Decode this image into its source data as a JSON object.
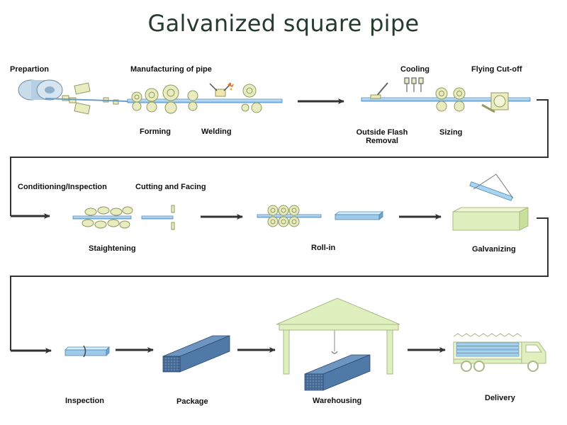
{
  "title": "Galvanized square pipe",
  "labels": {
    "prepartion": "Prepartion",
    "manufacturing": "Manufacturing of pipe",
    "forming": "Forming",
    "welding": "Welding",
    "cooling": "Cooling",
    "flying_cutoff": "Flying  Cut-off",
    "outside_flash_1": "Outside Flash",
    "outside_flash_2": "Removal",
    "sizing": "Sizing",
    "conditioning": "Conditioning/Inspection",
    "cutting_facing": "Cutting and Facing",
    "staightening": "Staightening",
    "roll_in": "Roll-in",
    "galvanizing": "Galvanizing",
    "inspection": "Inspection",
    "package": "Package",
    "warehousing": "Warehousing",
    "delivery": "Delivery"
  },
  "colors": {
    "pipe": "#a9d4f0",
    "pipe_edge": "#4d86b8",
    "roller": "#e8ecc0",
    "roller_edge": "#8f9a5c",
    "bath": "#dfefbd",
    "arrow": "#333333",
    "bundle": "#3c5f88"
  }
}
